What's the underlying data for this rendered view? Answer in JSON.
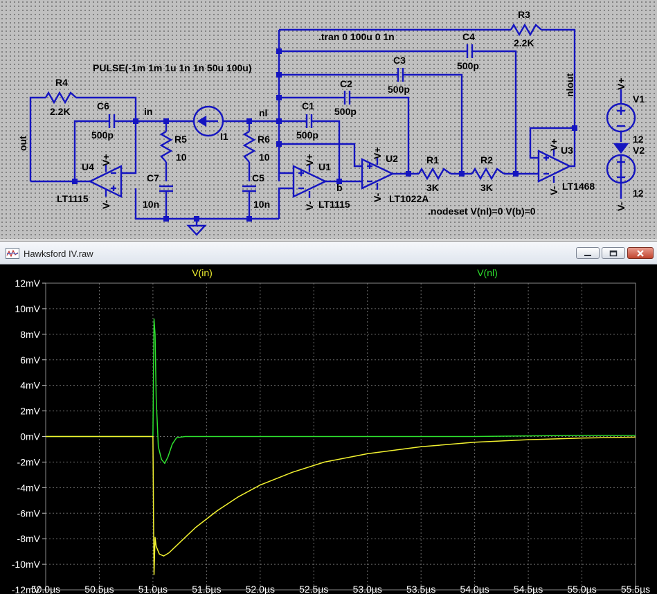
{
  "schematic": {
    "directives": {
      "tran": ".tran 0 100u 0 1n",
      "pulse": "PULSE(-1m 1m 1u 1n 1n 50u 100u)",
      "nodeset": ".nodeset V(nl)=0 V(b)=0"
    },
    "components": {
      "r1": {
        "name": "R1",
        "value": "3K"
      },
      "r2": {
        "name": "R2",
        "value": "3K"
      },
      "r3": {
        "name": "R3",
        "value": "2.2K"
      },
      "r4": {
        "name": "R4",
        "value": "2.2K"
      },
      "r5": {
        "name": "R5",
        "value": "10"
      },
      "r6": {
        "name": "R6",
        "value": "10"
      },
      "c1": {
        "name": "C1",
        "value": "500p"
      },
      "c2": {
        "name": "C2",
        "value": "500p"
      },
      "c3": {
        "name": "C3",
        "value": "500p"
      },
      "c4": {
        "name": "C4",
        "value": "500p"
      },
      "c5": {
        "name": "C5",
        "value": "10n"
      },
      "c6": {
        "name": "C6",
        "value": "500p"
      },
      "c7": {
        "name": "C7",
        "value": "10n"
      },
      "u1": {
        "name": "U1",
        "part": "LT1115"
      },
      "u2": {
        "name": "U2",
        "part": "LT1022A"
      },
      "u3": {
        "name": "U3",
        "part": "LT1468"
      },
      "u4": {
        "name": "U4",
        "part": "LT1115"
      },
      "i1": {
        "name": "I1"
      },
      "v1": {
        "name": "V1",
        "value": "12"
      },
      "v2": {
        "name": "V2",
        "value": "12"
      }
    },
    "nets": {
      "out": "out",
      "in": "in",
      "nl": "nl",
      "b": "b",
      "nlout": "nlout"
    },
    "supply_labels": {
      "vplus": "V+",
      "vminus": "V-"
    }
  },
  "window": {
    "title": "Hawksford IV.raw"
  },
  "plot": {
    "colors": {
      "background": "#000000",
      "grid": "#6e6e6e",
      "axis_text": "#ffffff",
      "in": "#f2f230",
      "nl": "#2ee02e"
    },
    "chart_data": {
      "type": "line",
      "title": "",
      "grid": true,
      "legend": "top",
      "xlim": [
        50.0,
        55.5
      ],
      "ylim": [
        -12,
        12
      ],
      "x_ticks": [
        "50.0µs",
        "50.5µs",
        "51.0µs",
        "51.5µs",
        "52.0µs",
        "52.5µs",
        "53.0µs",
        "53.5µs",
        "54.0µs",
        "54.5µs",
        "55.0µs",
        "55.5µs"
      ],
      "y_ticks": [
        "12mV",
        "10mV",
        "8mV",
        "6mV",
        "4mV",
        "2mV",
        "0mV",
        "-2mV",
        "-4mV",
        "-6mV",
        "-8mV",
        "-10mV",
        "-12mV"
      ],
      "series": [
        {
          "name": "V(in)",
          "x": [
            50.0,
            51.0,
            51.005,
            51.01,
            51.02,
            51.03,
            51.06,
            51.1,
            51.15,
            51.25,
            51.4,
            51.6,
            51.8,
            52.0,
            52.3,
            52.6,
            53.0,
            53.5,
            54.0,
            54.5,
            55.0,
            55.5
          ],
          "y": [
            0,
            0,
            -6,
            -10.8,
            -7.9,
            -8.6,
            -9.2,
            -9.35,
            -9.1,
            -8.3,
            -7.1,
            -5.8,
            -4.7,
            -3.8,
            -2.8,
            -2.0,
            -1.35,
            -0.8,
            -0.45,
            -0.25,
            -0.12,
            -0.05
          ]
        },
        {
          "name": "V(nl)",
          "x": [
            50.0,
            51.0,
            51.005,
            51.01,
            51.02,
            51.03,
            51.05,
            51.08,
            51.11,
            51.14,
            51.18,
            51.22,
            51.3,
            52.0,
            53.0,
            54.0,
            54.5,
            55.0,
            55.5
          ],
          "y": [
            0,
            0,
            5.0,
            9.2,
            8.0,
            3.0,
            -0.8,
            -1.8,
            -2.1,
            -1.6,
            -0.6,
            -0.1,
            0,
            0,
            0,
            0,
            0.05,
            0.1,
            0.1
          ]
        }
      ]
    }
  }
}
